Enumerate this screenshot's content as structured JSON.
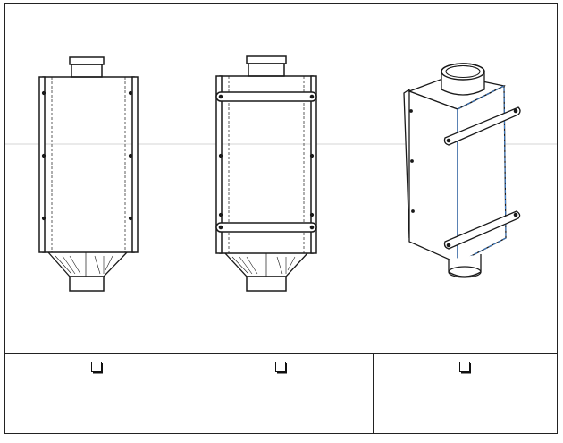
{
  "views": [
    {
      "id": "front",
      "icon": "hopper-front-view-drawing"
    },
    {
      "id": "front-with-straps",
      "icon": "hopper-strap-view-drawing"
    },
    {
      "id": "isometric",
      "icon": "hopper-isometric-drawing"
    }
  ],
  "checkboxes": [
    {
      "checked": false,
      "icon": "checkbox-icon"
    },
    {
      "checked": false,
      "icon": "checkbox-icon"
    },
    {
      "checked": false,
      "icon": "checkbox-icon"
    }
  ],
  "colors": {
    "line": "#1a1a1a",
    "highlight": "#3b7fd0",
    "guide": "#cccccc"
  }
}
